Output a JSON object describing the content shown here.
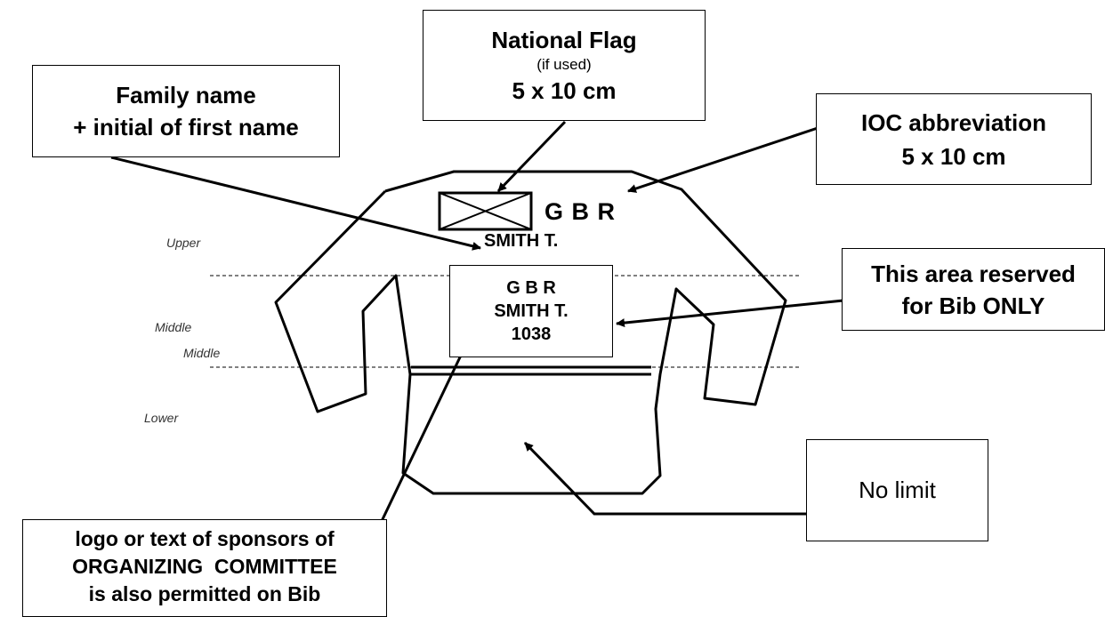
{
  "flag_box": {
    "title": "National Flag",
    "note": "(if used)",
    "size": "5 x 10 cm"
  },
  "name_box": {
    "line1": "Family name",
    "line2": "+ initial of first name"
  },
  "ioc_box": {
    "line1": "IOC abbreviation",
    "line2": "5 x 10 cm"
  },
  "bib_area_box": {
    "line1": "This area reserved",
    "line2": "for Bib ONLY"
  },
  "no_limit_box": {
    "text": "No limit"
  },
  "sponsor_box": {
    "line1": "logo or text of sponsors of",
    "line2": "ORGANIZING  COMMITTEE",
    "line3": "is also permitted on Bib"
  },
  "jersey": {
    "country_code": "G B R",
    "name": "SMITH T."
  },
  "bib": {
    "country": "G B R",
    "name": "SMITH  T.",
    "number": "1038"
  },
  "zones": {
    "upper": "Upper",
    "middle1": "Middle",
    "middle2": "Middle",
    "lower": "Lower"
  },
  "colors": {
    "line": "#000000",
    "background": "#ffffff"
  }
}
